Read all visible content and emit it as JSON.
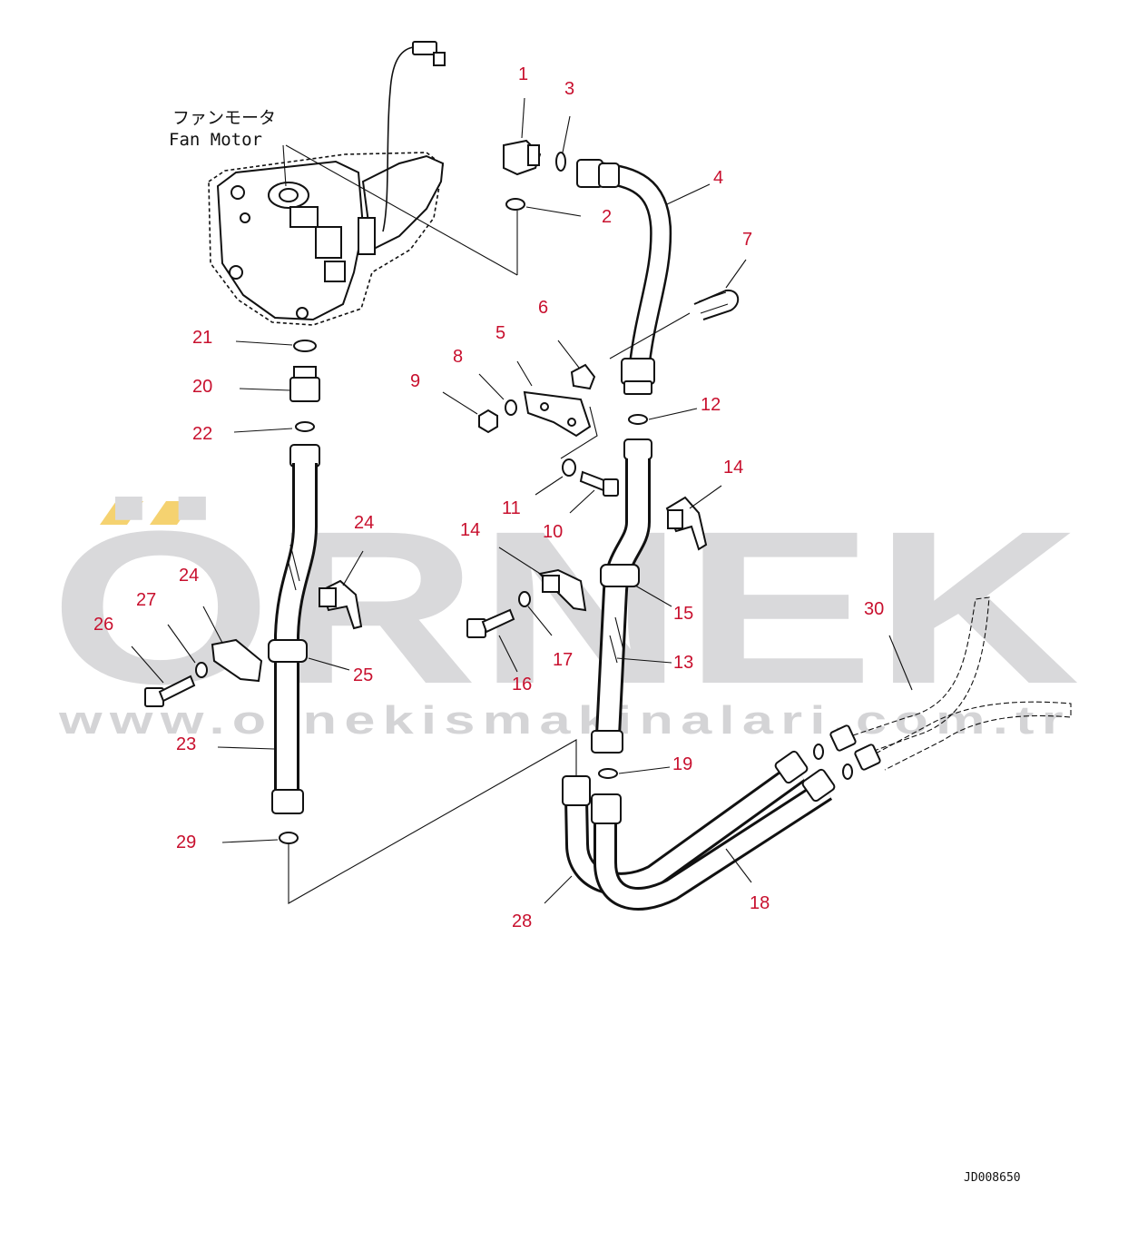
{
  "caption": {
    "line1": "ファンモータ",
    "line2": "Fan Motor"
  },
  "drawing_number": "JD008650",
  "watermark": {
    "brand": "ÖRNEK",
    "url": "www.ornekismakinalari.com.tr",
    "accent_color": "#f5d270",
    "text_color": "#d9d9db"
  },
  "label_color": "#c8102e",
  "callouts": [
    "1",
    "3",
    "4",
    "2",
    "7",
    "6",
    "5",
    "8",
    "9",
    "21",
    "20",
    "22",
    "12",
    "11",
    "10",
    "14",
    "24",
    "14",
    "24",
    "27",
    "26",
    "15",
    "25",
    "17",
    "13",
    "16",
    "30",
    "23",
    "19",
    "29",
    "28",
    "18"
  ]
}
